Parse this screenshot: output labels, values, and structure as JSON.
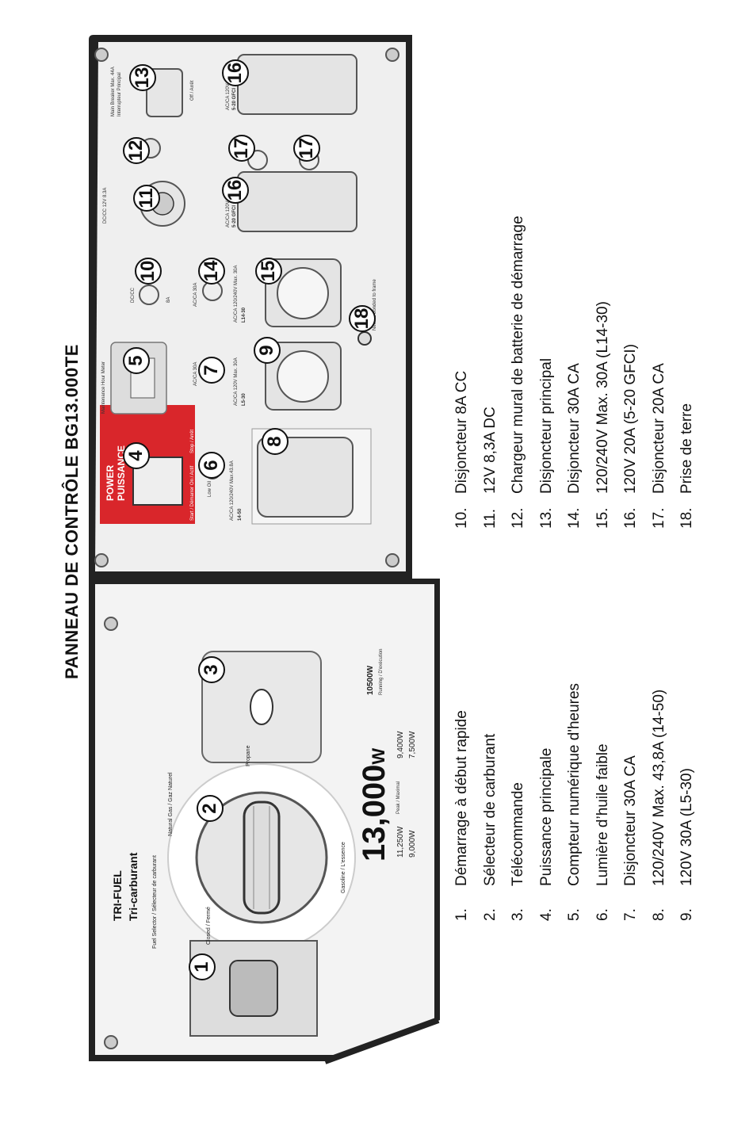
{
  "title": "PANNEAU DE CONTRÔLE  BG13.000TE",
  "legend_left": [
    {
      "num": "1.",
      "text": "Démarrage à début rapide"
    },
    {
      "num": "2.",
      "text": "Sélecteur de carburant"
    },
    {
      "num": "3.",
      "text": "Télécommande"
    },
    {
      "num": "4.",
      "text": "Puissance principale"
    },
    {
      "num": "5.",
      "text": "Compteur numérique d'heures"
    },
    {
      "num": "6.",
      "text": "Lumière d’huile faible"
    },
    {
      "num": "7.",
      "text": "Disjoncteur 30A CA"
    },
    {
      "num": "8.",
      "text": "120/240V Max. 43,8A (14-50)"
    },
    {
      "num": "9.",
      "text": "120V 30A (L5-30)"
    }
  ],
  "legend_right": [
    {
      "num": "10.",
      "text": "Disjoncteur 8A CC"
    },
    {
      "num": "11.",
      "text": "12V 8,3A DC"
    },
    {
      "num": "12.",
      "text": "Chargeur mural de batterie de démarrage"
    },
    {
      "num": "13.",
      "text": "Disjoncteur principal"
    },
    {
      "num": "14.",
      "text": "Disjoncteur 30A CA"
    },
    {
      "num": "15.",
      "text": "120/240V Max. 30A (L14-30)"
    },
    {
      "num": "16.",
      "text": "120V 20A (5-20 GFCI)"
    },
    {
      "num": "17.",
      "text": "Disjoncteur 20A CA"
    },
    {
      "num": "18.",
      "text": "Prise de terre"
    }
  ],
  "callouts": [
    "1",
    "2",
    "3",
    "4",
    "5",
    "6",
    "7",
    "8",
    "9",
    "10",
    "11",
    "12",
    "13",
    "14",
    "15",
    "16",
    "16",
    "17",
    "17",
    "18"
  ],
  "panel": {
    "tri_fuel": "TRI-FUEL",
    "tri_carburant": "Tri-carburant",
    "fuel_selector": "Fuel Selector / Sélecteur de carburant",
    "dial_natural": "Natural Gas / Gaz Naturel",
    "dial_propane": "Propane",
    "dial_gasoline": "Gasoline / L'essence",
    "dial_closed": "Closed / Fermé",
    "watts_main": "13,000",
    "watts_unit": "W",
    "watts_running": "10500W",
    "running_label": "Running / D'exécution",
    "lp_peak": "11,250W",
    "lp_running": "9,000W",
    "ng_peak": "9,400W",
    "ng_running": "7,500W",
    "peak_label": "Peak / Maximal",
    "power": "POWER",
    "puissance": "PUISSANCE",
    "start": "Start / Démarrer",
    "on": "On / Actif",
    "stop": "Stop / Arrêt",
    "low_oil": "Low Oil",
    "maintenance": "Maintenance Hour Meter",
    "ac30a": "AC/CA 30A",
    "ac_l5": "AC/CA 120V Max. 30A",
    "l5_30": "L5-30",
    "ac_1450": "AC/CA 120/240V Max.43.8A",
    "r14_50": "14-50",
    "dc8a": "DC/CC",
    "dc8a_val": "8A",
    "dc12v": "DC/CC 12V 8.3A",
    "ac_l14": "AC/CA 120/240V Max. 30A",
    "l14_30": "L14-30",
    "ac_gfci": "AC/CA 120V Max. 20A",
    "gfci": "5-20 GFCI",
    "main_breaker": "Main Breaker Max. 44A",
    "interrupteur": "Interrupteur Principal",
    "off_arret": "Off / Arrêt",
    "ground": "Neutral bonded to frame"
  },
  "colors": {
    "power_red": "#d9262b",
    "panel_bg": "#f0f0f0",
    "frame": "#222222"
  }
}
